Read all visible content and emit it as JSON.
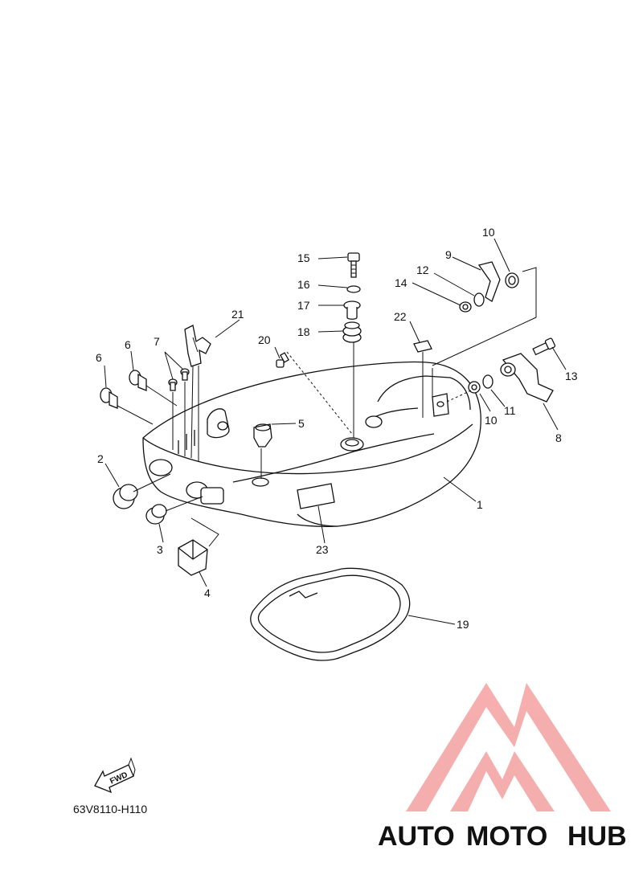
{
  "diagram": {
    "callouts": [
      {
        "id": "1",
        "label": "1"
      },
      {
        "id": "2",
        "label": "2"
      },
      {
        "id": "3",
        "label": "3"
      },
      {
        "id": "4",
        "label": "4"
      },
      {
        "id": "5",
        "label": "5"
      },
      {
        "id": "6a",
        "label": "6"
      },
      {
        "id": "6b",
        "label": "6"
      },
      {
        "id": "7",
        "label": "7"
      },
      {
        "id": "8",
        "label": "8"
      },
      {
        "id": "9",
        "label": "9"
      },
      {
        "id": "10a",
        "label": "10"
      },
      {
        "id": "10b",
        "label": "10"
      },
      {
        "id": "11",
        "label": "11"
      },
      {
        "id": "12",
        "label": "12"
      },
      {
        "id": "13",
        "label": "13"
      },
      {
        "id": "14",
        "label": "14"
      },
      {
        "id": "15",
        "label": "15"
      },
      {
        "id": "16",
        "label": "16"
      },
      {
        "id": "17",
        "label": "17"
      },
      {
        "id": "18",
        "label": "18"
      },
      {
        "id": "19",
        "label": "19"
      },
      {
        "id": "20",
        "label": "20"
      },
      {
        "id": "21",
        "label": "21"
      },
      {
        "id": "22",
        "label": "22"
      },
      {
        "id": "23",
        "label": "23"
      }
    ],
    "fwd_label": "FWD",
    "drawing_code": "63V8110-H110"
  },
  "watermark": {
    "part1": "AUTO",
    "part2": "MOTO",
    "part3": "HUB",
    "colors": {
      "auto": "#f5c98a",
      "moto": "#f4a0a0",
      "hub": "#8a8a8a",
      "logo": "#f4a0a0"
    }
  }
}
